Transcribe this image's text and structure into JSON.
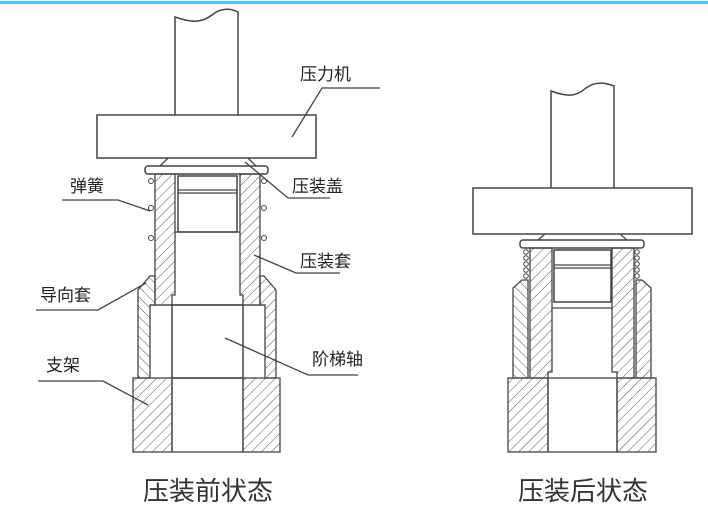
{
  "accent_color": "#4fc3f7",
  "labels": {
    "press": "压力机",
    "spring": "弹簧",
    "press_cap": "压装盖",
    "press_sleeve": "压装套",
    "guide_sleeve": "导向套",
    "bracket": "支架",
    "stepped_shaft": "阶梯轴"
  },
  "captions": {
    "before": "压装前状态",
    "after": "压装后状态"
  }
}
